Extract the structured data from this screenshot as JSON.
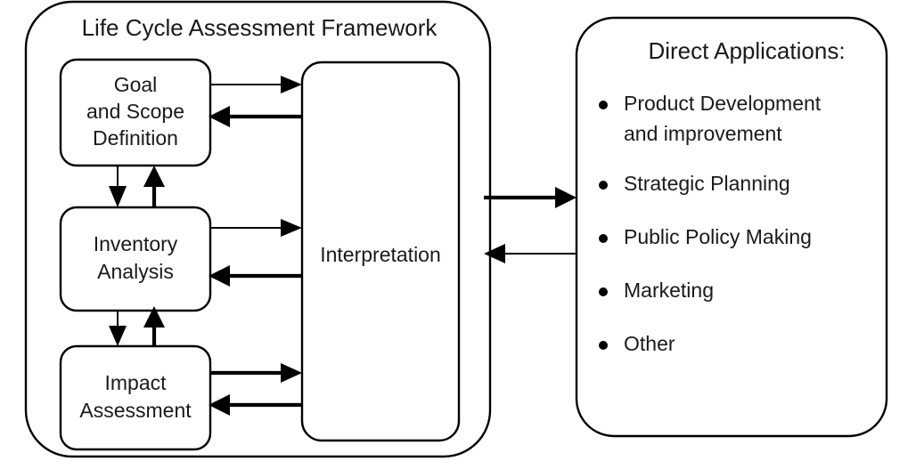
{
  "diagram": {
    "title": "Life Cycle Assessment Framework",
    "framework_panel": {
      "label": "Life Cycle Assessment Framework",
      "stages": [
        {
          "id": "goal-scope",
          "lines": [
            "Goal",
            "and Scope",
            "Definition"
          ]
        },
        {
          "id": "inventory-analysis",
          "lines": [
            "Inventory",
            "Analysis"
          ]
        },
        {
          "id": "impact-assessment",
          "lines": [
            "Impact",
            "Assessment"
          ]
        }
      ],
      "interpretation": {
        "id": "interpretation",
        "label": "Interpretation"
      }
    },
    "applications_panel": {
      "heading": "Direct Applications:",
      "items": [
        {
          "lines": [
            "Product Development",
            "and improvement"
          ]
        },
        {
          "lines": [
            "Strategic Planning"
          ]
        },
        {
          "lines": [
            "Public Policy Making"
          ]
        },
        {
          "lines": [
            "Marketing"
          ]
        },
        {
          "lines": [
            "Other"
          ]
        }
      ]
    },
    "colors": {
      "stroke": "#000000",
      "fill": "#ffffff",
      "text": "#1a1a1a"
    }
  }
}
